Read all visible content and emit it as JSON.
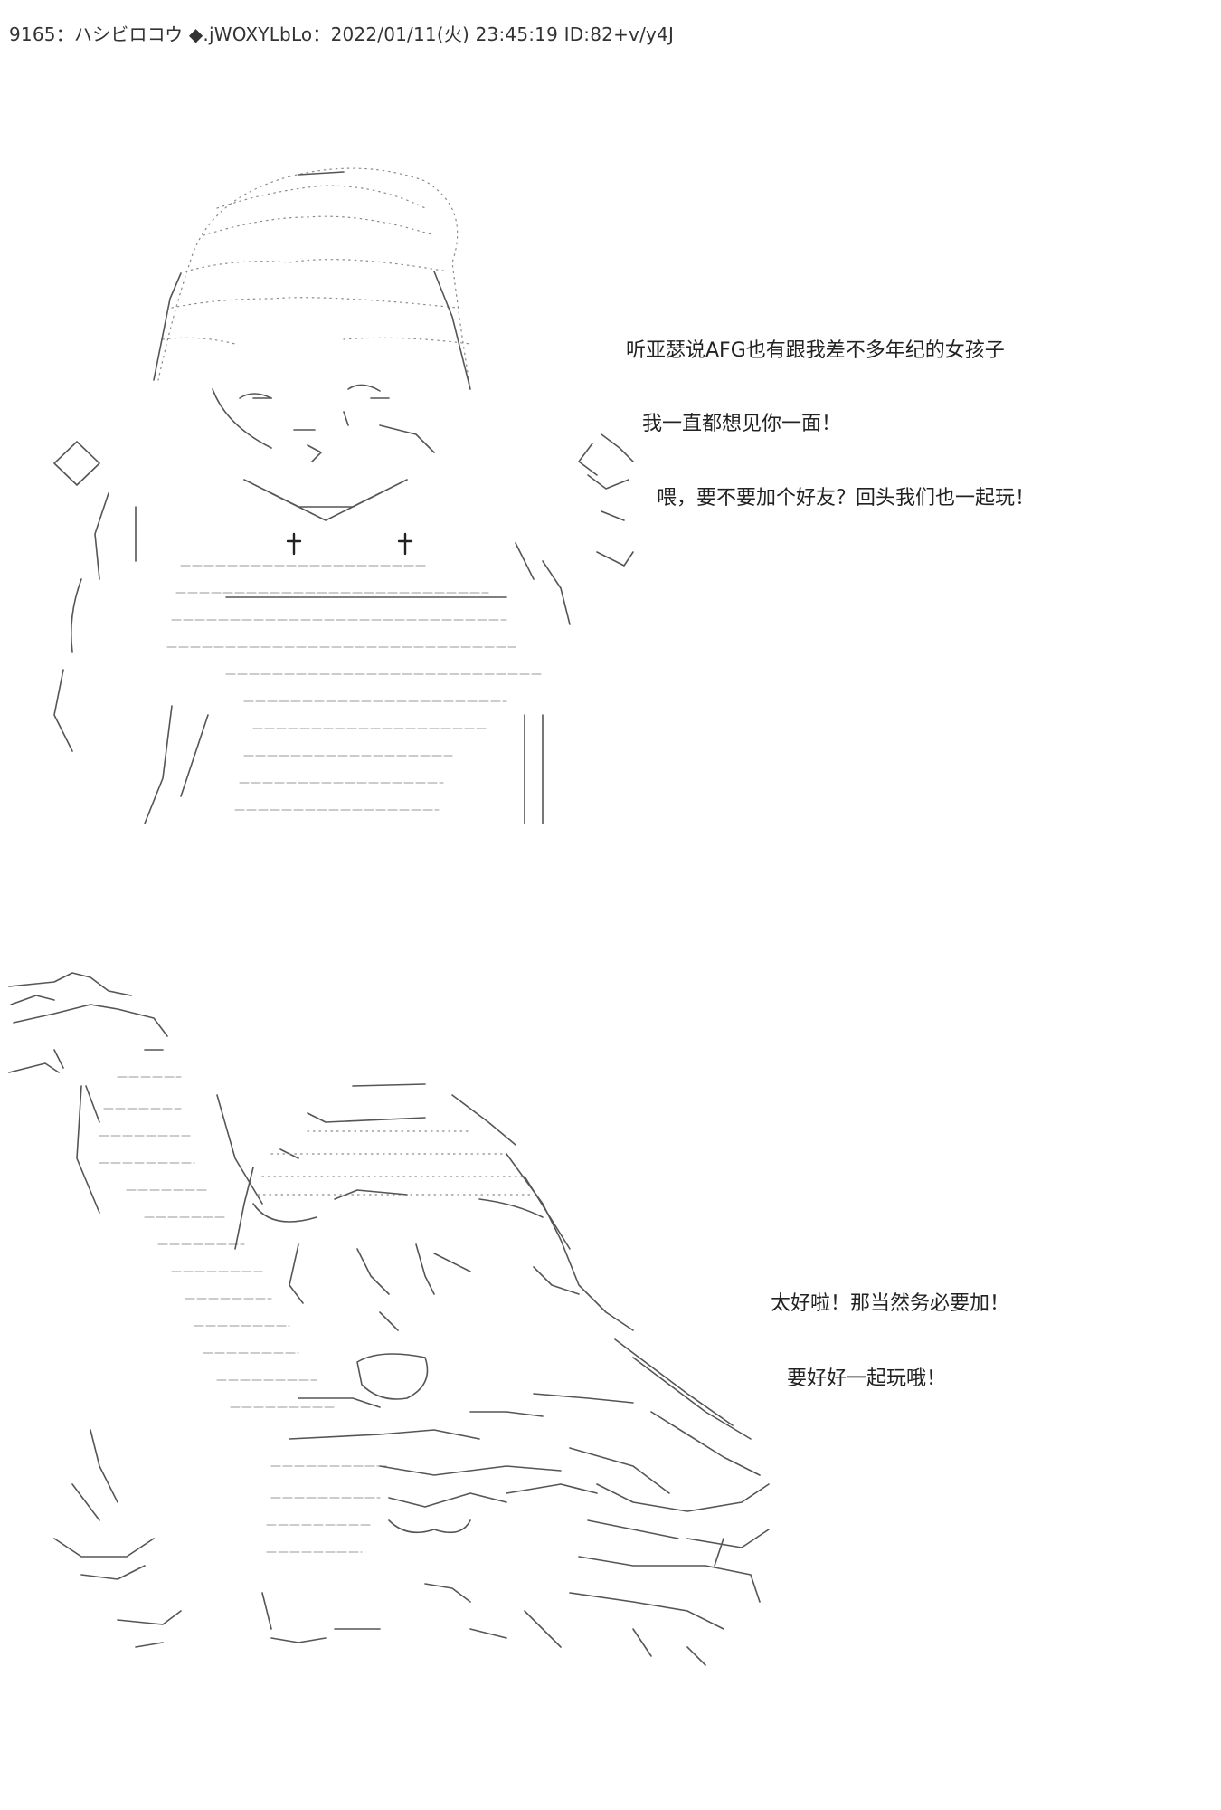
{
  "post": {
    "header": "9165：ハシビロコウ ◆.jWOXYLbLo：2022/01/11(火) 23:45:19 ID:82+v/y4J"
  },
  "dialogue_top": [
    "听亚瑟说AFG也有跟我差不多年纪的女孩子",
    "我一直都想见你一面！",
    "喂，要不要加个好友？回头我们也一起玩！"
  ],
  "dialogue_bottom": [
    "太好啦！那当然务必要加！",
    "要好好一起玩哦！"
  ]
}
